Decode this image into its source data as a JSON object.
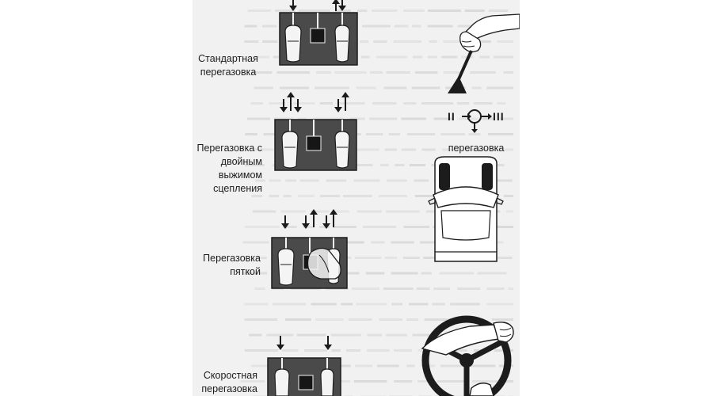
{
  "captions": {
    "standard": [
      "Стандартная",
      "перегазовка"
    ],
    "double_clutch": [
      "Перегазовка с",
      "двойным",
      "выжимом",
      "сцепления"
    ],
    "heel": [
      "Перегазовка",
      "пяткой"
    ],
    "fast": [
      "Скоростная",
      "перегазовка"
    ],
    "gearshift": "перегазовка"
  },
  "gear_labels": {
    "from": "II",
    "to": "III"
  },
  "colors": {
    "page": "#f1f1f1",
    "panel": "#4a4a4a",
    "pedal": "#f4f4f4",
    "ink": "#1c1c1c",
    "bleed_text": "#cfcfcf"
  }
}
